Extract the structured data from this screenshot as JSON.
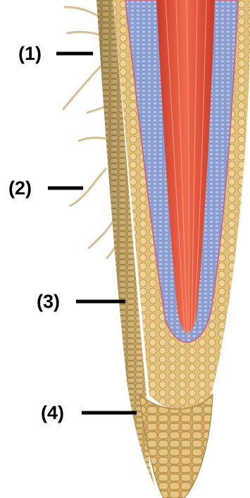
{
  "labels": [
    {
      "id": "1",
      "text": "(1)"
    },
    {
      "id": "2",
      "text": "(2)"
    },
    {
      "id": "3",
      "text": "(3)"
    },
    {
      "id": "4",
      "text": "(4)"
    }
  ],
  "colors": {
    "epidermis": "#d4ac62",
    "epidermis_dark": "#a9823e",
    "cortex_face": "#e2c17b",
    "endodermis": "#8fa3cf",
    "pericycle": "#b0bde6",
    "xylem": "#e0503a",
    "xylem_light": "#f08a6e",
    "cap": "#d9b36c",
    "hair": "#d8bf93",
    "leader": "#000000"
  }
}
